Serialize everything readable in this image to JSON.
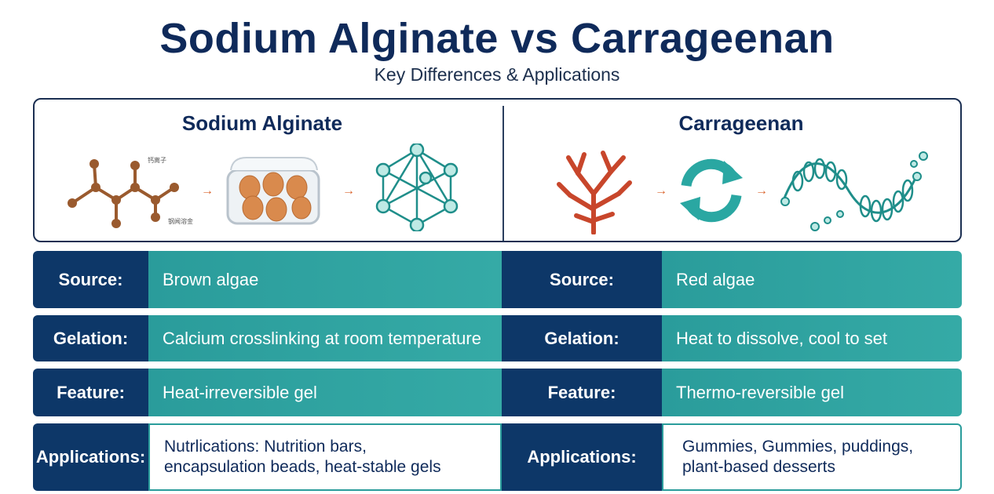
{
  "header": {
    "title": "Sodium Alginate vs Carrageenan",
    "subtitle": "Key Differences & Applications"
  },
  "panel": {
    "left_heading": "Sodium Alginate",
    "right_heading": "Carrageenan",
    "left_tiny_labels": [
      "钙离子",
      "钢闻溶金"
    ],
    "left_icons": [
      "molecule-structure-icon",
      "egg-container-icon",
      "gel-network-icon"
    ],
    "right_icons": [
      "red-algae-icon",
      "reversible-cycle-icon",
      "helix-chain-icon"
    ],
    "arrow_glyph": "→"
  },
  "rows": [
    {
      "left_label": "Source:",
      "left_value": "Brown algae",
      "right_label": "Source:",
      "right_value": "Red algae"
    },
    {
      "left_label": "Gelation:",
      "left_value": "Calcium crosslinking at room temperature",
      "right_label": "Gelation:",
      "right_value": "Heat to dissolve, cool to set"
    },
    {
      "left_label": "Feature:",
      "left_value": "Heat-irreversible gel",
      "right_label": "Feature:",
      "right_value": "Thermo-reversible gel"
    },
    {
      "left_label": "Applications:",
      "left_value_lines": [
        "Nutrlications: Nutrition bars,",
        "encapsulation beads, heat-stable gels"
      ],
      "right_label": "Applications:",
      "right_value_lines": [
        "Gummies, Gummies, puddings,",
        "plant-based desserts"
      ]
    }
  ],
  "colors": {
    "navy": "#0d3768",
    "teal": "#2a9c9b",
    "title": "#0f2a5a",
    "algae_red": "#c8462b",
    "molecule_brown": "#9a5a2e",
    "arrow_orange": "#d9622b"
  }
}
